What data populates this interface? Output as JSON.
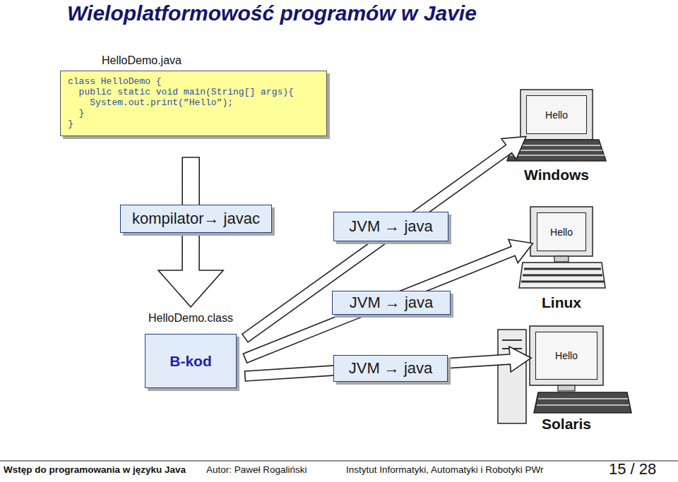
{
  "diagram": {
    "title": "Wieloplatformowość programów w Javie",
    "nodes": [
      {
        "text": [
          "HelloDemo.java",
          "class HelloDemo {",
          "  public static void main(String[] args){",
          "    System.out.print(”Hello”);",
          "  }",
          "}"
        ]
      },
      {
        "text": [
          "kompilator→ javac"
        ]
      },
      {
        "text": [
          "HelloDemo.class",
          "B-kod"
        ]
      },
      {
        "text": [
          "JVM → java"
        ]
      },
      {
        "text": [
          "JVM → java"
        ]
      },
      {
        "text": [
          "JVM → java"
        ]
      },
      {
        "text": [
          "Hello",
          "Windows"
        ]
      },
      {
        "text": [
          "Hello",
          "Linux"
        ]
      },
      {
        "text": [
          "Hello",
          "Solaris"
        ]
      }
    ],
    "edges": [
      {
        "from": 0,
        "to": 2,
        "arrow": "to"
      },
      {
        "from": 2,
        "to": 6,
        "arrow": "to"
      },
      {
        "from": 2,
        "to": 7,
        "arrow": "to"
      },
      {
        "from": 2,
        "to": 8,
        "arrow": "to"
      }
    ],
    "labels": [
      "Wstęp do programowania w języku Java",
      "Autor: Paweł Rogaliński",
      "Instytut Informatyki, Automatyki i Robotyki PWr",
      "15 / 28"
    ]
  }
}
